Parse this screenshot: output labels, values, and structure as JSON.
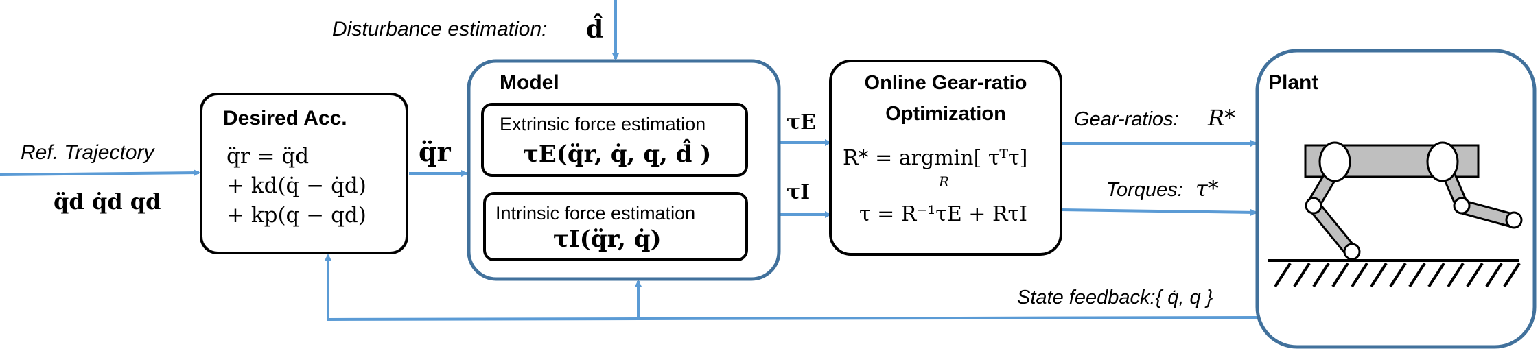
{
  "colors": {
    "arrow": "#5B9BD5",
    "model_border": "#41719C",
    "plant_border": "#41719C",
    "box_border": "#000000",
    "robot_fill": "#BFBFBF"
  },
  "inputs": {
    "ref_trajectory_label": "Ref. Trajectory",
    "ref_trajectory_signals": "q̈d  q̇d  qd",
    "disturbance_label": "Disturbance estimation:",
    "disturbance_symbol": "d̂"
  },
  "desired_acc": {
    "title": "Desired Acc.",
    "line1": "q̈r = q̈d",
    "line2": "+ kd(q̇ − q̇d)",
    "line3": "+ kp(q − qd)",
    "output_symbol": "q̈r"
  },
  "model": {
    "title": "Model",
    "extrinsic_label": "Extrinsic force estimation",
    "extrinsic_eq": "τE(q̈r, q̇, q, d̂ )",
    "intrinsic_label": "Intrinsic force estimation",
    "intrinsic_eq": "τI(q̈r, q̇)",
    "out_extrinsic": "τE",
    "out_intrinsic": "τI"
  },
  "optimization": {
    "title_line1": "Online Gear-ratio",
    "title_line2": "Optimization",
    "eq1": "R* = argmin[ τᵀτ]",
    "eq1_sub": "R",
    "eq2": "τ = R⁻¹τE + RτI"
  },
  "outputs": {
    "gear_ratios_label": "Gear-ratios:",
    "gear_ratios_symbol": "R*",
    "torques_label": "Torques:",
    "torques_symbol": "τ*"
  },
  "plant": {
    "title": "Plant"
  },
  "feedback": {
    "label": "State feedback:{ q̇, q }"
  }
}
